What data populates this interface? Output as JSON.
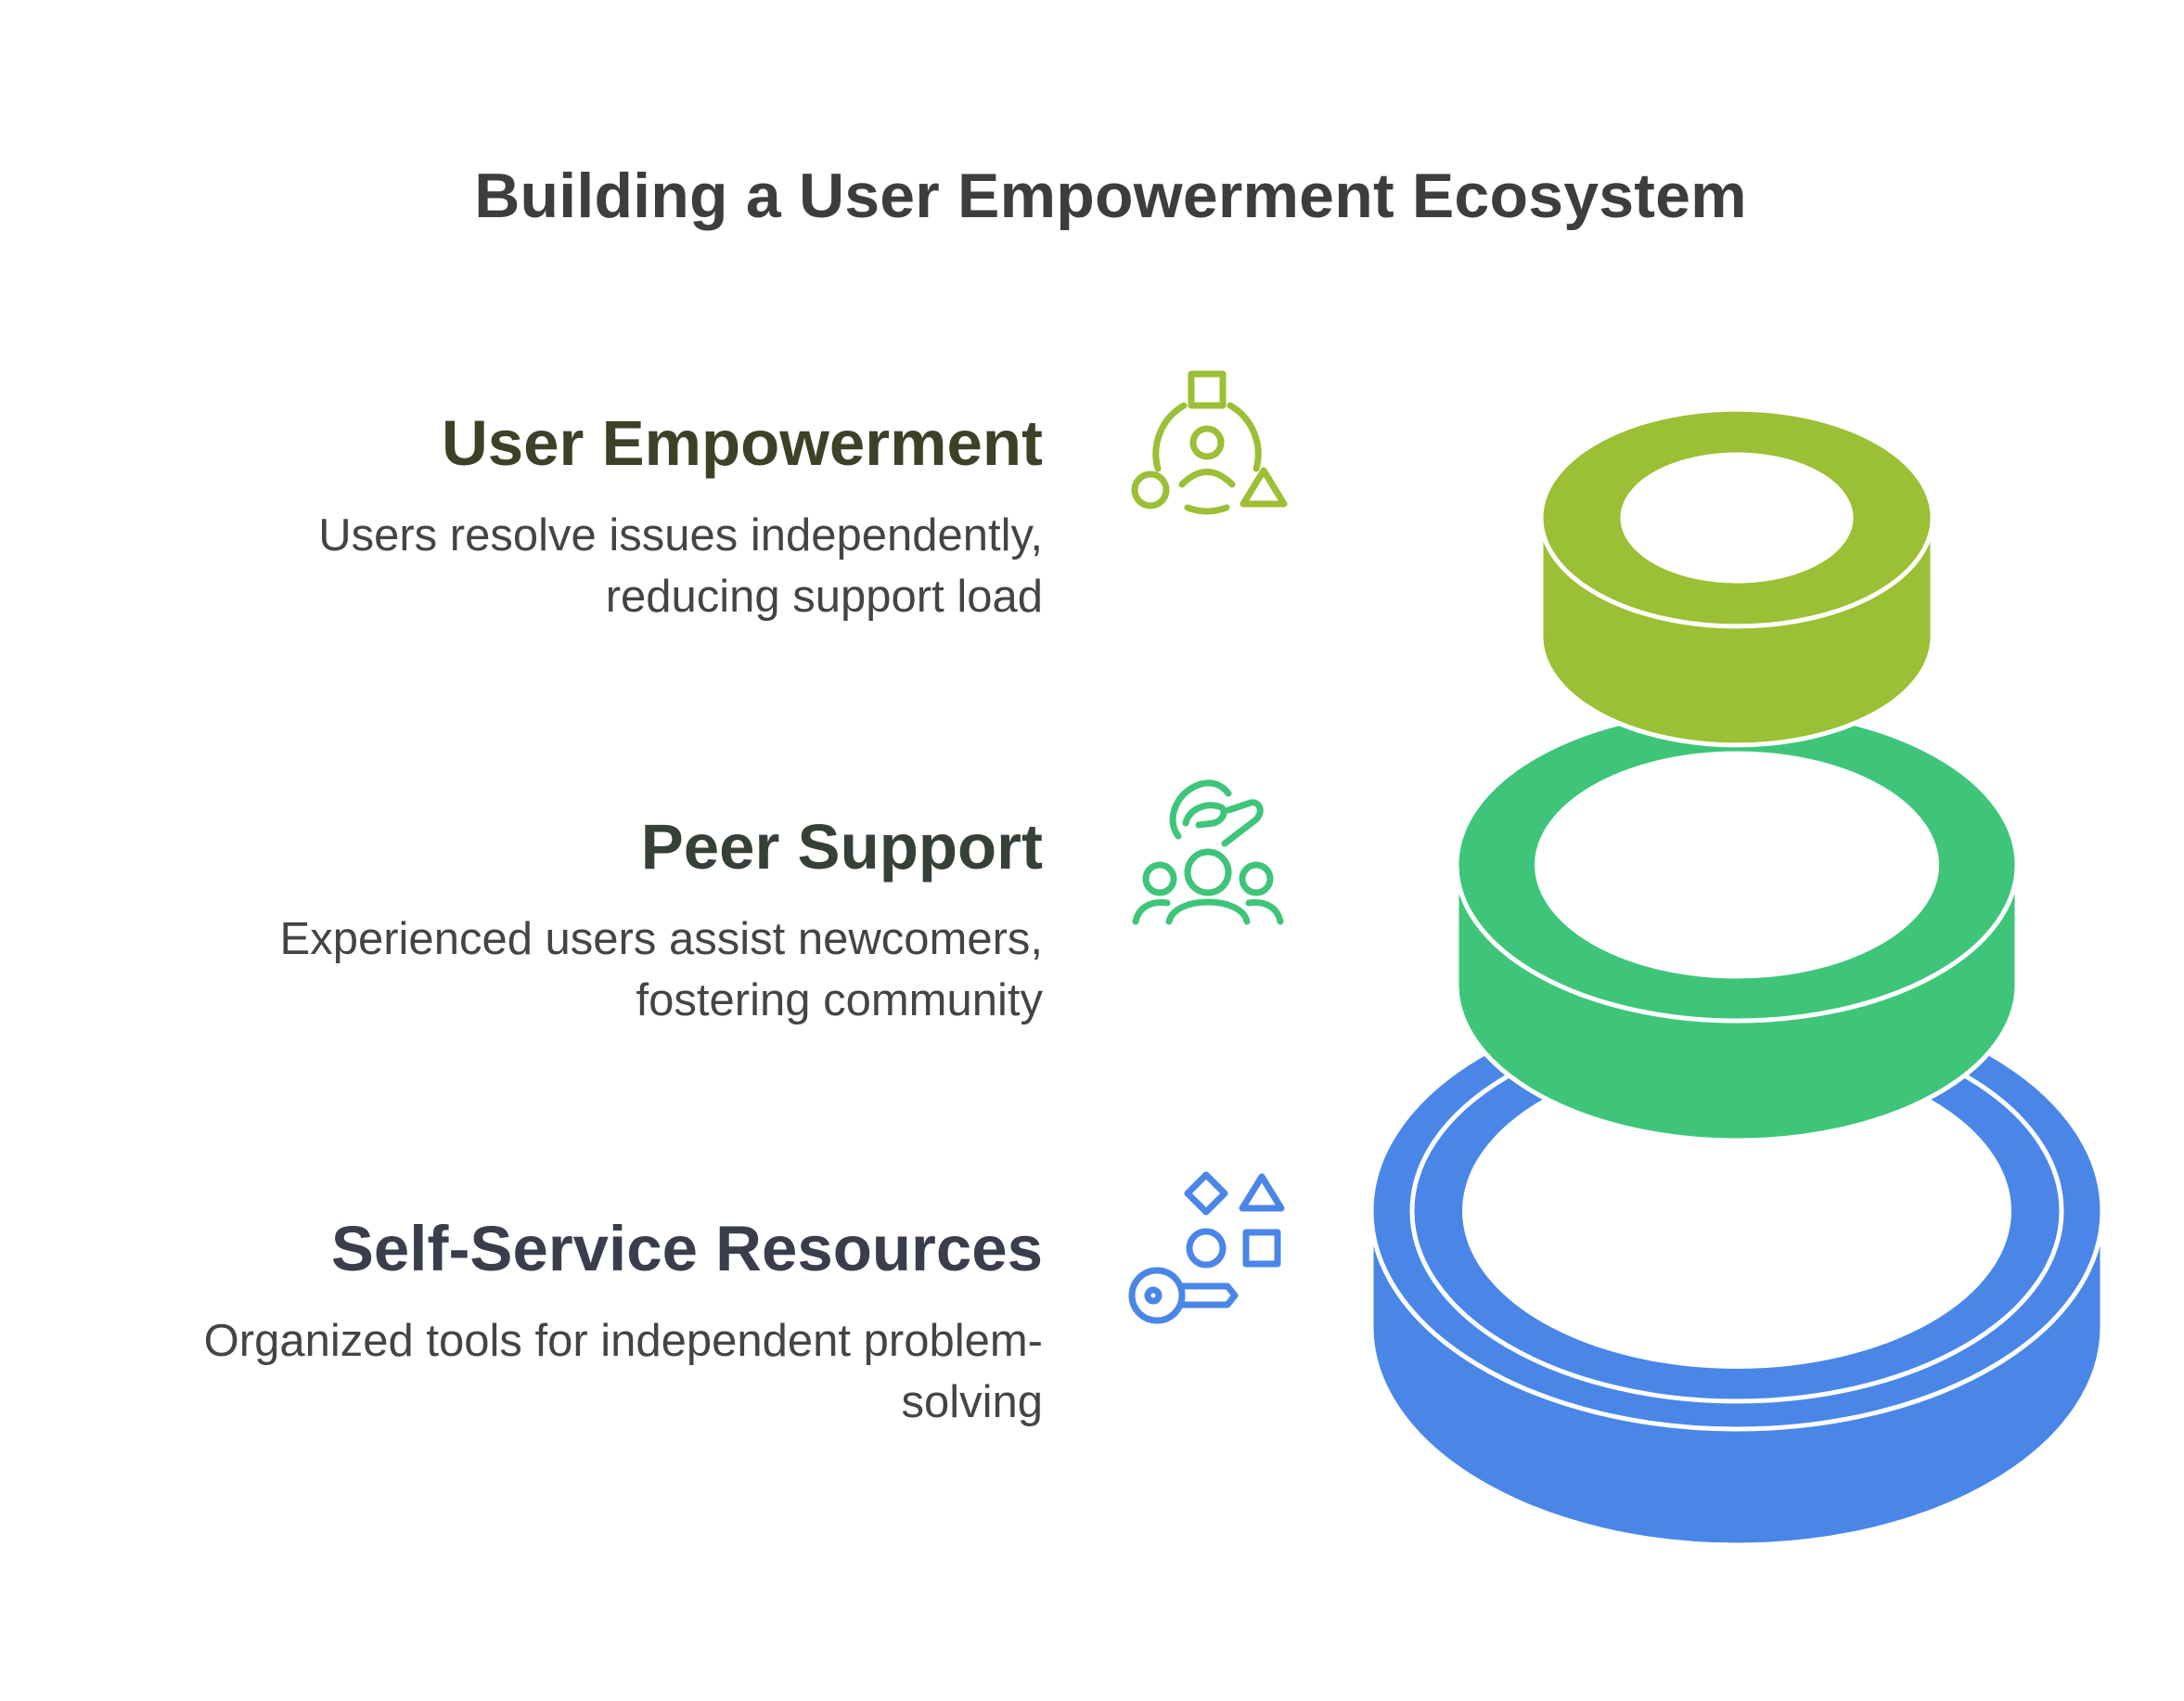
{
  "title": "Building a User Empowerment Ecosystem",
  "levels": [
    {
      "heading": "User Empowerment",
      "description_lines": [
        "Users resolve issues independently,",
        "reducing support load"
      ],
      "color": "#9bbf35",
      "icon": "user-shapes-icon"
    },
    {
      "heading": "Peer Support",
      "description_lines": [
        "Experienced users assist newcomers,",
        "fostering community"
      ],
      "color": "#3ec57a",
      "icon": "community-hand-icon"
    },
    {
      "heading": "Self-Service Resources",
      "description_lines": [
        "Organized tools for independent problem-",
        "solving"
      ],
      "color": "#4a86e8",
      "icon": "key-shapes-icon"
    }
  ]
}
